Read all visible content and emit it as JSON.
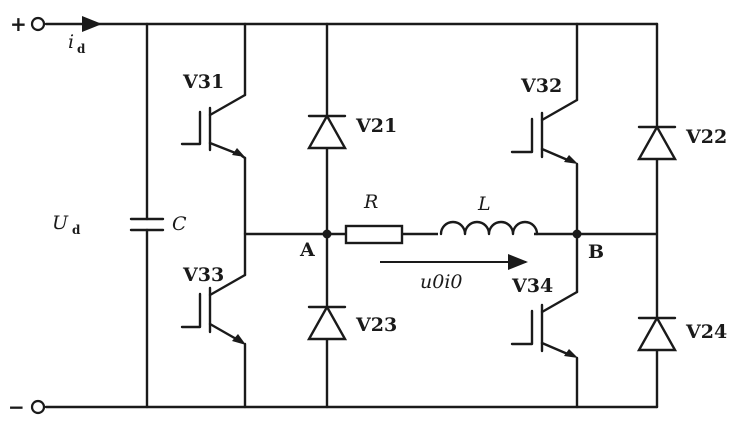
{
  "terminals": {
    "plus": "+",
    "minus": "−"
  },
  "source": {
    "current_label": "i",
    "current_sub": "d",
    "voltage_label": "U",
    "voltage_sub": "d",
    "capacitor": "C"
  },
  "switches": {
    "v31": "V31",
    "v32": "V32",
    "v33": "V33",
    "v34": "V34"
  },
  "diodes": {
    "v21": "V21",
    "v22": "V22",
    "v23": "V23",
    "v24": "V24"
  },
  "nodes": {
    "a": "A",
    "b": "B"
  },
  "load": {
    "resistor": "R",
    "inductor": "L",
    "output_voltage": "u0i0"
  }
}
